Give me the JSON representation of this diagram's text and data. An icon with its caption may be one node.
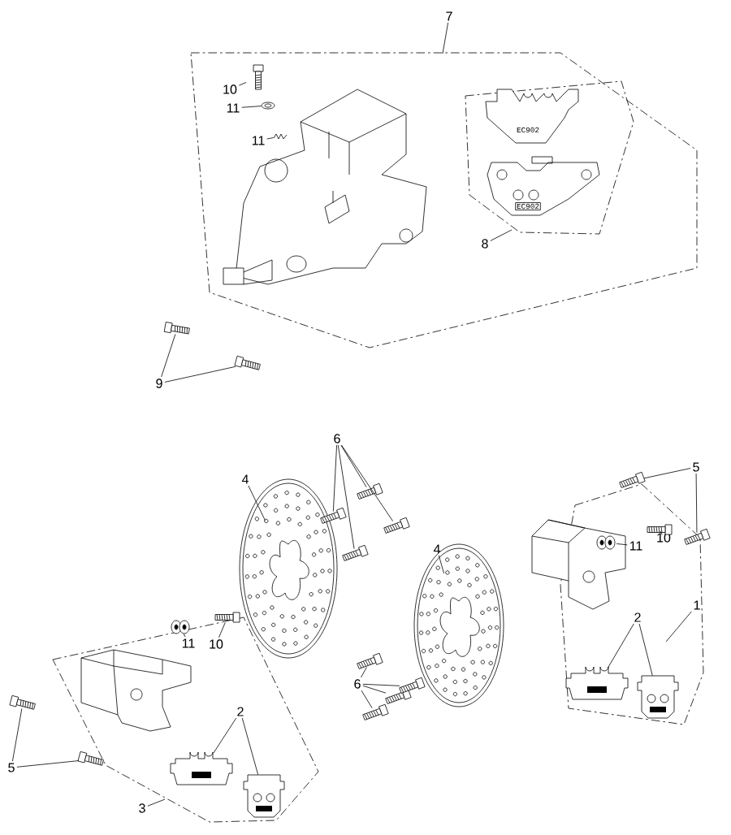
{
  "diagram": {
    "nodes": [
      {
        "text": [
          "7"
        ]
      },
      {
        "text": [
          "10"
        ]
      },
      {
        "text": [
          "11"
        ]
      },
      {
        "text": [
          "11"
        ]
      },
      {
        "text": [
          "8"
        ]
      },
      {
        "text": [
          "9"
        ]
      },
      {
        "text": [
          "4"
        ]
      },
      {
        "text": [
          "6"
        ]
      },
      {
        "text": [
          "5"
        ]
      },
      {
        "text": [
          "11"
        ]
      },
      {
        "text": [
          "10"
        ]
      },
      {
        "text": [
          "4"
        ]
      },
      {
        "text": [
          "2"
        ]
      },
      {
        "text": [
          "1"
        ]
      },
      {
        "text": [
          "6"
        ]
      },
      {
        "text": [
          "11"
        ]
      },
      {
        "text": [
          "10"
        ]
      },
      {
        "text": [
          "2"
        ]
      },
      {
        "text": [
          "5"
        ]
      },
      {
        "text": [
          "3"
        ]
      },
      {
        "text": [],
        "shape": "picture"
      },
      {
        "text": [],
        "shape": "picture"
      },
      {
        "text": [],
        "shape": "picture"
      },
      {
        "text": [],
        "shape": "picture"
      },
      {
        "text": [],
        "shape": "picture"
      },
      {
        "text": [],
        "shape": "picture"
      },
      {
        "text": [],
        "shape": "picture"
      },
      {
        "text": [],
        "shape": "picture"
      },
      {
        "text": [],
        "shape": "picture"
      },
      {
        "text": [],
        "shape": "picture"
      },
      {
        "text": [],
        "shape": "picture"
      },
      {
        "text": [],
        "shape": "picture"
      },
      {
        "text": [],
        "shape": "picture"
      },
      {
        "text": [],
        "shape": "picture"
      },
      {
        "text": [],
        "shape": "picture"
      },
      {
        "text": [],
        "shape": "picture"
      },
      {
        "text": [],
        "shape": "picture"
      },
      {
        "text": [],
        "shape": "picture"
      },
      {
        "text": [],
        "shape": "picture"
      },
      {
        "text": [],
        "shape": "picture"
      },
      {
        "text": [],
        "shape": "picture"
      },
      {
        "text": [],
        "shape": "picture"
      },
      {
        "text": [],
        "shape": "picture"
      },
      {
        "text": [],
        "shape": "picture"
      },
      {
        "text": [],
        "shape": "picture"
      },
      {
        "text": [],
        "shape": "picture"
      },
      {
        "text": [],
        "shape": "picture"
      }
    ],
    "edges": [
      {
        "from": 0,
        "to": null,
        "arrow": "none"
      },
      {
        "from": 1,
        "to": 20,
        "arrow": "none"
      },
      {
        "from": 2,
        "to": 21,
        "arrow": "none"
      },
      {
        "from": 3,
        "to": 22,
        "arrow": "none"
      },
      {
        "from": 4,
        "to": null,
        "arrow": "none"
      },
      {
        "from": 5,
        "to": 23,
        "arrow": "none"
      },
      {
        "from": 5,
        "to": 24,
        "arrow": "none"
      },
      {
        "from": 6,
        "to": 25,
        "arrow": "none"
      },
      {
        "from": 7,
        "to": 26,
        "arrow": "none"
      },
      {
        "from": 7,
        "to": 27,
        "arrow": "none"
      },
      {
        "from": 7,
        "to": 28,
        "arrow": "none"
      },
      {
        "from": 7,
        "to": 29,
        "arrow": "none"
      },
      {
        "from": 8,
        "to": 30,
        "arrow": "none"
      },
      {
        "from": 8,
        "to": 31,
        "arrow": "none"
      },
      {
        "from": 9,
        "to": 32,
        "arrow": "none"
      },
      {
        "from": 10,
        "to": 33,
        "arrow": "none"
      },
      {
        "from": 11,
        "to": 34,
        "arrow": "none"
      },
      {
        "from": 12,
        "to": 35,
        "arrow": "none"
      },
      {
        "from": 12,
        "to": 36,
        "arrow": "none"
      },
      {
        "from": 13,
        "to": null,
        "arrow": "none"
      },
      {
        "from": 14,
        "to": 37,
        "arrow": "none"
      },
      {
        "from": 14,
        "to": 38,
        "arrow": "none"
      },
      {
        "from": 14,
        "to": 39,
        "arrow": "none"
      },
      {
        "from": 14,
        "to": 40,
        "arrow": "none"
      },
      {
        "from": 15,
        "to": 41,
        "arrow": "none"
      },
      {
        "from": 16,
        "to": 42,
        "arrow": "none"
      },
      {
        "from": 17,
        "to": 43,
        "arrow": "none"
      },
      {
        "from": 17,
        "to": 44,
        "arrow": "none"
      },
      {
        "from": 18,
        "to": 45,
        "arrow": "none"
      },
      {
        "from": 18,
        "to": 46,
        "arrow": "none"
      },
      {
        "from": 19,
        "to": null,
        "arrow": "none"
      }
    ],
    "labels": [
      "EC902",
      "EC902"
    ]
  }
}
